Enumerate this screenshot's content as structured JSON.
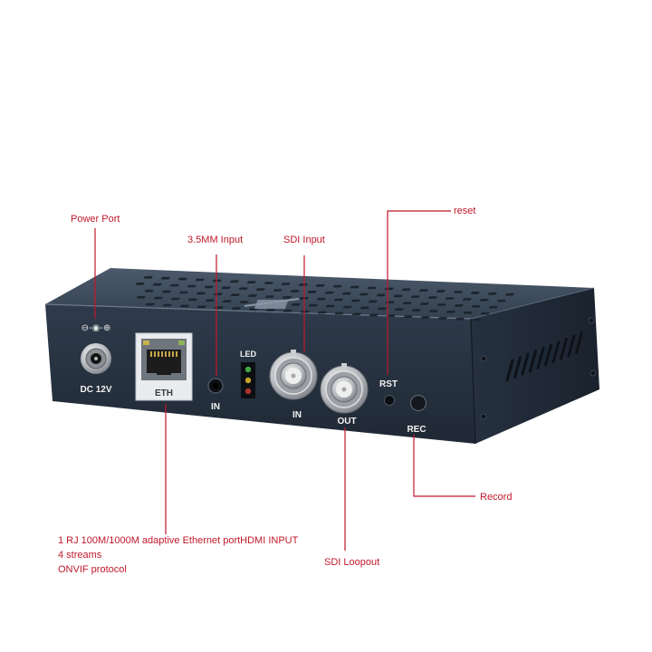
{
  "callouts": {
    "power_port": "Power Port",
    "audio_input": "3.5MM Input",
    "sdi_input": "SDI Input",
    "reset": "reset",
    "record": "Record",
    "sdi_loopout": "SDI Loopout",
    "ethernet_lines": [
      "1 RJ 100M/1000M adaptive Ethernet portHDMI INPUT",
      "4 streams",
      "ONVIF protocol"
    ]
  },
  "panel_labels": {
    "dc": "DC 12V",
    "eth": "ETH",
    "audio_in": "IN",
    "led": "LED",
    "sdi_in": "IN",
    "sdi_out": "OUT",
    "rst": "RST",
    "rec": "REC"
  },
  "colors": {
    "accent": "#c0182a",
    "chassis_top": "#3c4a5b",
    "chassis_front": "#283444",
    "chassis_side": "#202a37"
  }
}
